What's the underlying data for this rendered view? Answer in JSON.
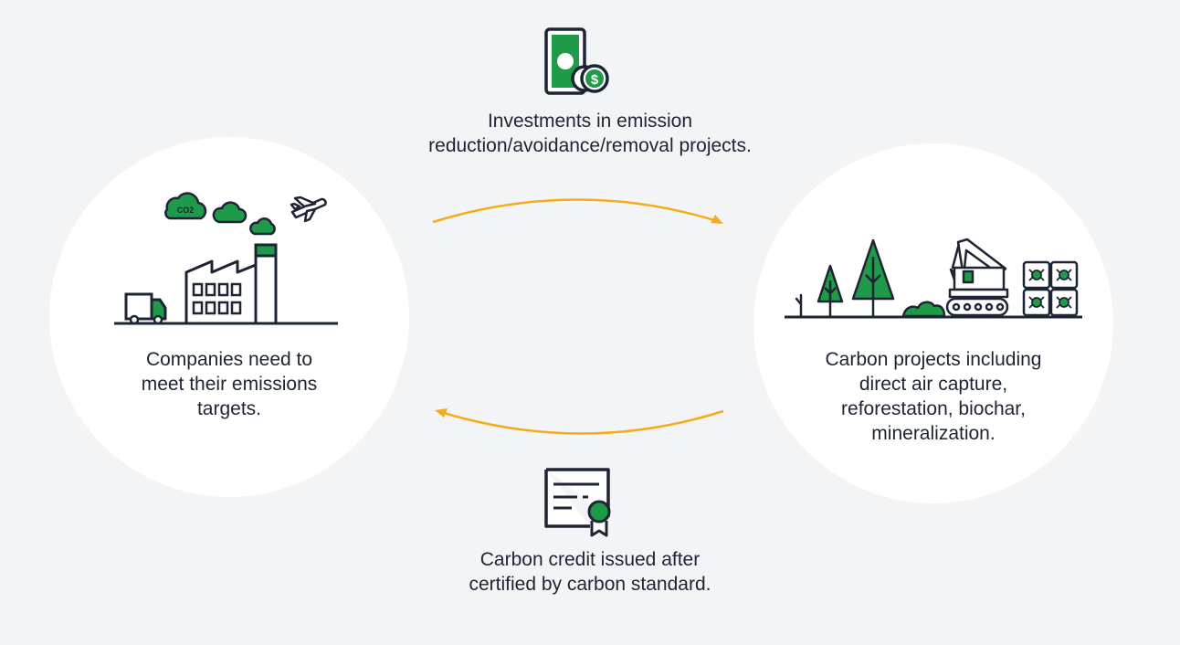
{
  "top_label": {
    "line1": "Investments in emission",
    "line2": "reduction/avoidance/removal projects."
  },
  "left_label": {
    "line1": "Companies need to",
    "line2": "meet their emissions",
    "line3": "targets."
  },
  "right_label": {
    "line1": "Carbon projects including",
    "line2": "direct air capture,",
    "line3": "reforestation, biochar,",
    "line4": "mineralization."
  },
  "bottom_label": {
    "line1": "Carbon credit issued after",
    "line2": "certified by carbon standard."
  },
  "cloud_text": "CO2",
  "money_symbol": "$",
  "colors": {
    "background": "#f3f4f6",
    "circle": "#ffffff",
    "green": "#1f9a48",
    "dark": "#1d2433",
    "arrow": "#f5ac1b"
  },
  "icons": [
    "money-icon",
    "factory-icon",
    "forest-excavator-icon",
    "certificate-icon"
  ]
}
